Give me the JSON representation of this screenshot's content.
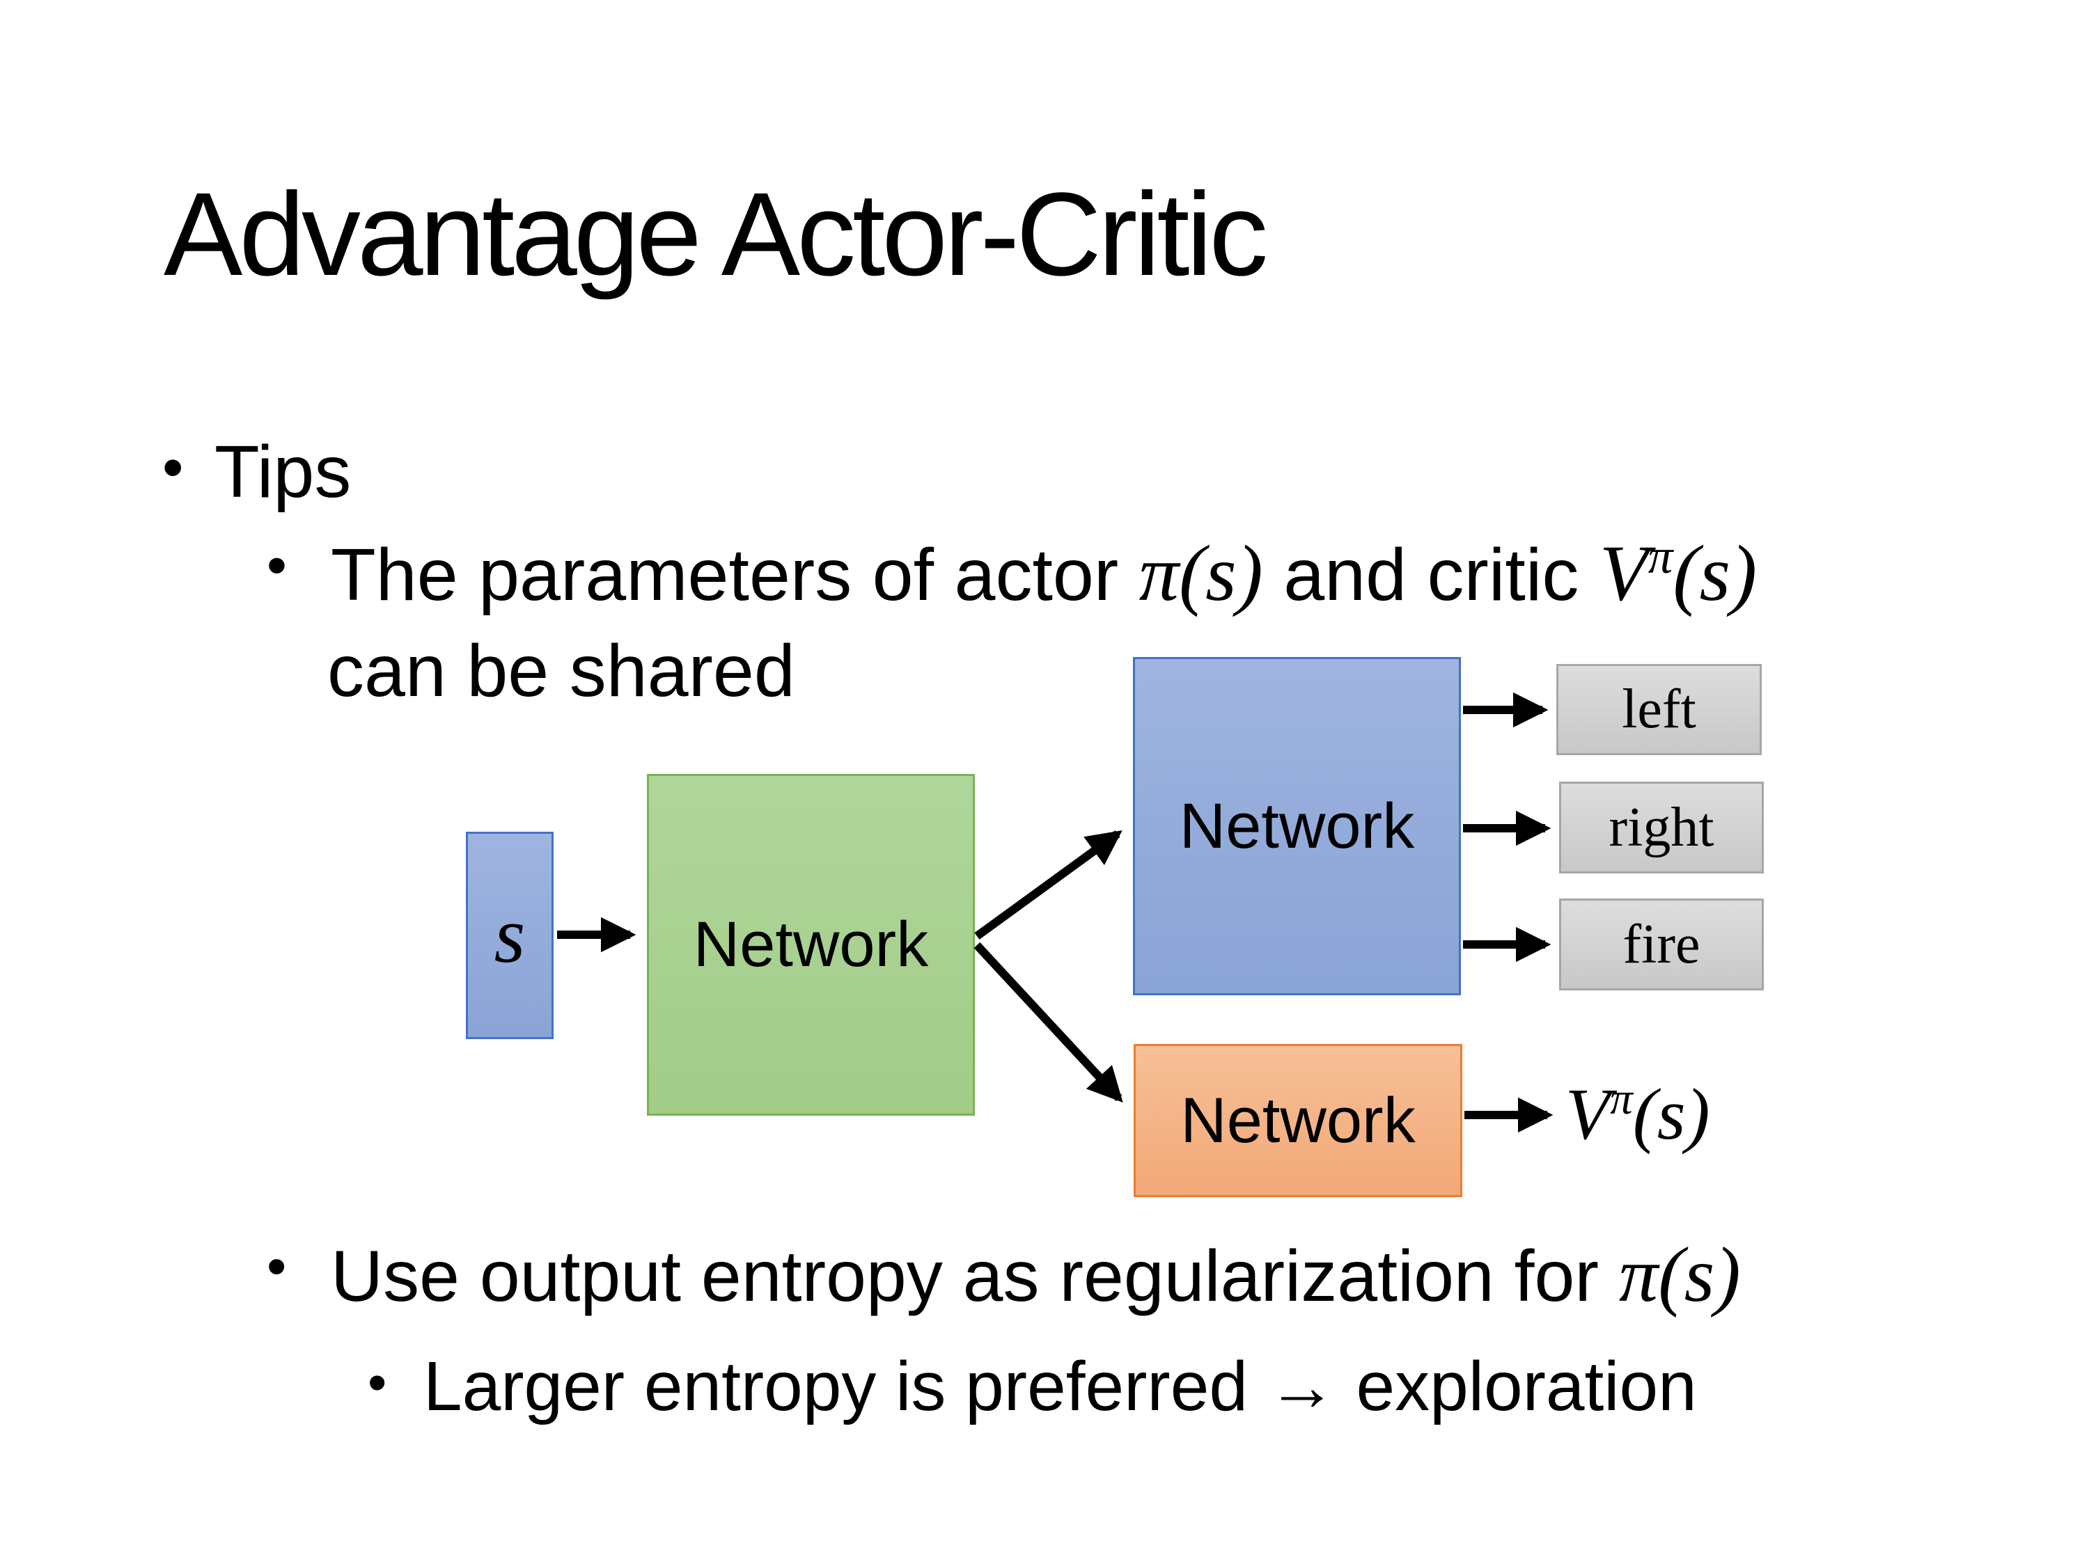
{
  "theme": {
    "background": "#ffffff",
    "text_color": "#000000",
    "blue_fill_top": "#9fb4e0",
    "blue_fill_bottom": "#8aa4d6",
    "blue_border": "#4472c4",
    "green_fill_top": "#b0d69b",
    "green_fill_bottom": "#a2cc88",
    "green_border": "#78b354",
    "orange_fill_top": "#f6c097",
    "orange_fill_bottom": "#f2a877",
    "orange_border": "#ed7d31",
    "gray_fill_top": "#dddddd",
    "gray_fill_bottom": "#c8c8c8",
    "gray_border": "#a6a6a6",
    "arrow_color": "#000000"
  },
  "slide": {
    "title": "Advantage Actor-Critic",
    "bullet_glyph": "•",
    "tips_label": "Tips",
    "param_line": {
      "prefix": "The parameters of actor ",
      "math_pi": "π(s)",
      "mid": "  and critic ",
      "v_base": "V",
      "v_sup": "π",
      "v_args": "(s)",
      "line2": "can be shared"
    },
    "entropy_line": {
      "prefix": "Use output entropy as regularization for ",
      "math_pi": "π(s)"
    },
    "larger_line": "Larger entropy is preferred → exploration"
  },
  "diagram": {
    "state_label": "s",
    "shared_network_label": "Network",
    "actor_network_label": "Network",
    "critic_network_label": "Network",
    "action_labels": [
      "left",
      "right",
      "fire"
    ],
    "value_output": {
      "base": "V",
      "sup": "π",
      "args": "(s)"
    }
  }
}
